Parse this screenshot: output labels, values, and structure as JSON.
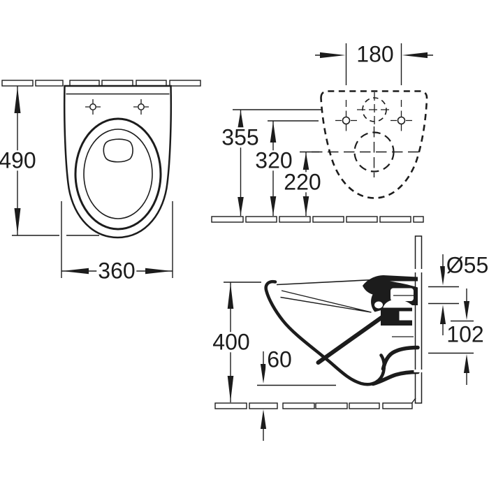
{
  "colors": {
    "line": "#1c1c1c",
    "background": "#ffffff"
  },
  "dimensions": {
    "front_view": {
      "height": "490",
      "width": "360"
    },
    "rear_view": {
      "fixing_hole_spacing": "180",
      "water_inlet_height": "355",
      "fixing_holes_height": "320",
      "waste_outlet_height": "220"
    },
    "side_view": {
      "depth": "400",
      "bottom_edge_offset": "60",
      "inlet_diameter": "Ø55",
      "outlet_offset": "102"
    }
  }
}
